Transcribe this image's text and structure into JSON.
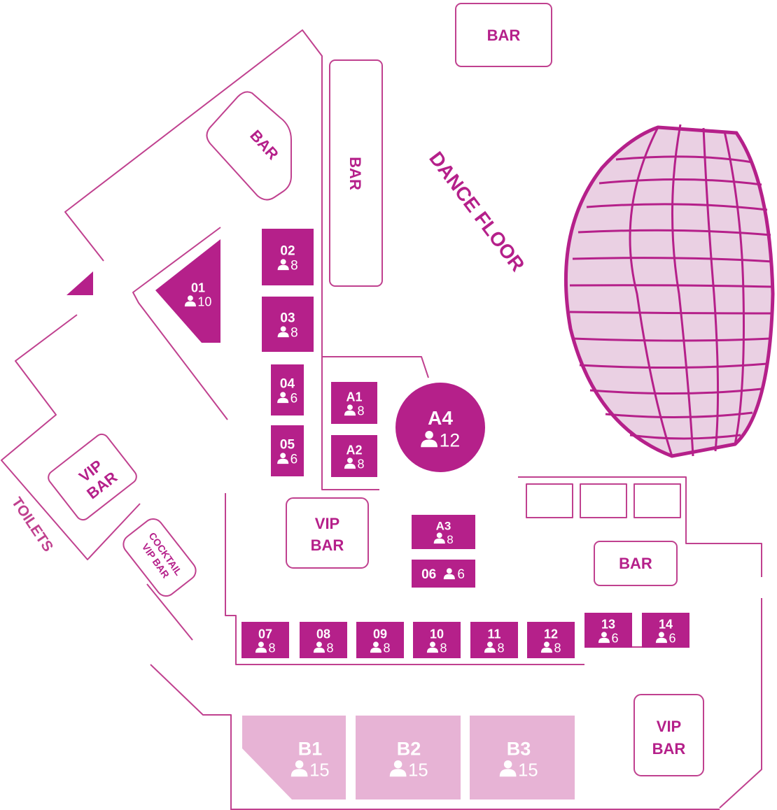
{
  "colors": {
    "accent": "#b5208a",
    "outline": "#c0418f",
    "soft": "#e7b3d5",
    "disco_fill": "#ead0e3",
    "label_pink": "#c0418f"
  },
  "area_labels": {
    "dance_floor": "DANCE FLOOR",
    "toilets": "TOILETS",
    "cocktail_line1": "COCKTAIL",
    "cocktail_line2": "VIP BAR"
  },
  "bars": {
    "top": "BAR",
    "diagonal": "BAR",
    "vertical": "BAR",
    "right": "BAR",
    "vip_left_line1": "VIP",
    "vip_left_line2": "BAR",
    "vip_center_line1": "VIP",
    "vip_center_line2": "BAR",
    "vip_right_line1": "VIP",
    "vip_right_line2": "BAR"
  },
  "tables": [
    {
      "id": "01",
      "capacity": "10"
    },
    {
      "id": "02",
      "capacity": "8"
    },
    {
      "id": "03",
      "capacity": "8"
    },
    {
      "id": "04",
      "capacity": "6"
    },
    {
      "id": "05",
      "capacity": "6"
    },
    {
      "id": "A1",
      "capacity": "8"
    },
    {
      "id": "A2",
      "capacity": "8"
    },
    {
      "id": "A3",
      "capacity": "8"
    },
    {
      "id": "A4",
      "capacity": "12"
    },
    {
      "id": "06",
      "capacity": "6"
    },
    {
      "id": "07",
      "capacity": "8"
    },
    {
      "id": "08",
      "capacity": "8"
    },
    {
      "id": "09",
      "capacity": "8"
    },
    {
      "id": "10",
      "capacity": "8"
    },
    {
      "id": "11",
      "capacity": "8"
    },
    {
      "id": "12",
      "capacity": "8"
    },
    {
      "id": "13",
      "capacity": "6"
    },
    {
      "id": "14",
      "capacity": "6"
    },
    {
      "id": "B1",
      "capacity": "15"
    },
    {
      "id": "B2",
      "capacity": "15"
    },
    {
      "id": "B3",
      "capacity": "15"
    }
  ],
  "icons": {
    "person": "person-icon",
    "disco_ball": "disco-ball-icon",
    "entrance_arrow": "arrow-icon"
  }
}
